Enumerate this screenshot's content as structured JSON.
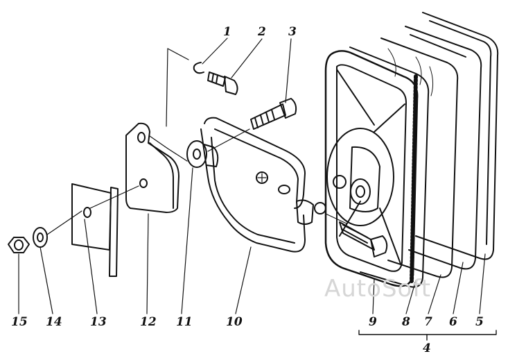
{
  "callouts": {
    "n1": "1",
    "n2": "2",
    "n3": "3",
    "n4": "4",
    "n5": "5",
    "n6": "6",
    "n7": "7",
    "n8": "8",
    "n9": "9",
    "n10": "10",
    "n11": "11",
    "n12": "12",
    "n13": "13",
    "n14": "14",
    "n15": "15"
  },
  "watermark": "AutoSoft",
  "colors": {
    "ink": "#111111",
    "background": "#ffffff",
    "watermark": "#d6d6d6"
  }
}
